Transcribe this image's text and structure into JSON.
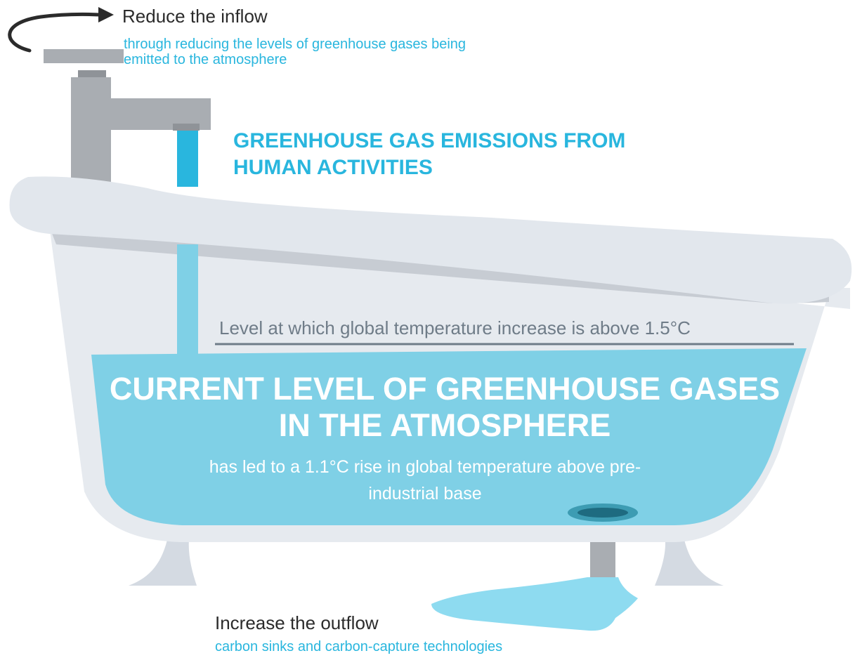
{
  "inflow": {
    "title": "Reduce the inflow",
    "subtitle": "through reducing the levels of greenhouse gases being emitted to the atmosphere"
  },
  "emissions_label": "GREENHOUSE GAS EMISSIONS FROM HUMAN ACTIVITIES",
  "threshold_label": "Level at which global temperature increase is above 1.5°C",
  "current_level": {
    "title": "CURRENT LEVEL OF GREENHOUSE GASES IN THE ATMOSPHERE",
    "subtitle": "has led to a 1.1°C rise in global temperature above pre-industrial base"
  },
  "outflow": {
    "title": "Increase the outflow",
    "subtitle": "carbon sinks and carbon-capture technologies"
  },
  "colors": {
    "accent_blue": "#29b6de",
    "water": "#7fd0e6",
    "tap_gray": "#a9adb2",
    "tub_light": "#e2e7ed",
    "tub_shade": "#c7ccd3",
    "text_dark": "#2b2b2b",
    "threshold_gray": "#6f7c88"
  },
  "icons": [
    "rotate-arrow-icon",
    "tap-icon",
    "bathtub-icon",
    "drain-icon"
  ]
}
